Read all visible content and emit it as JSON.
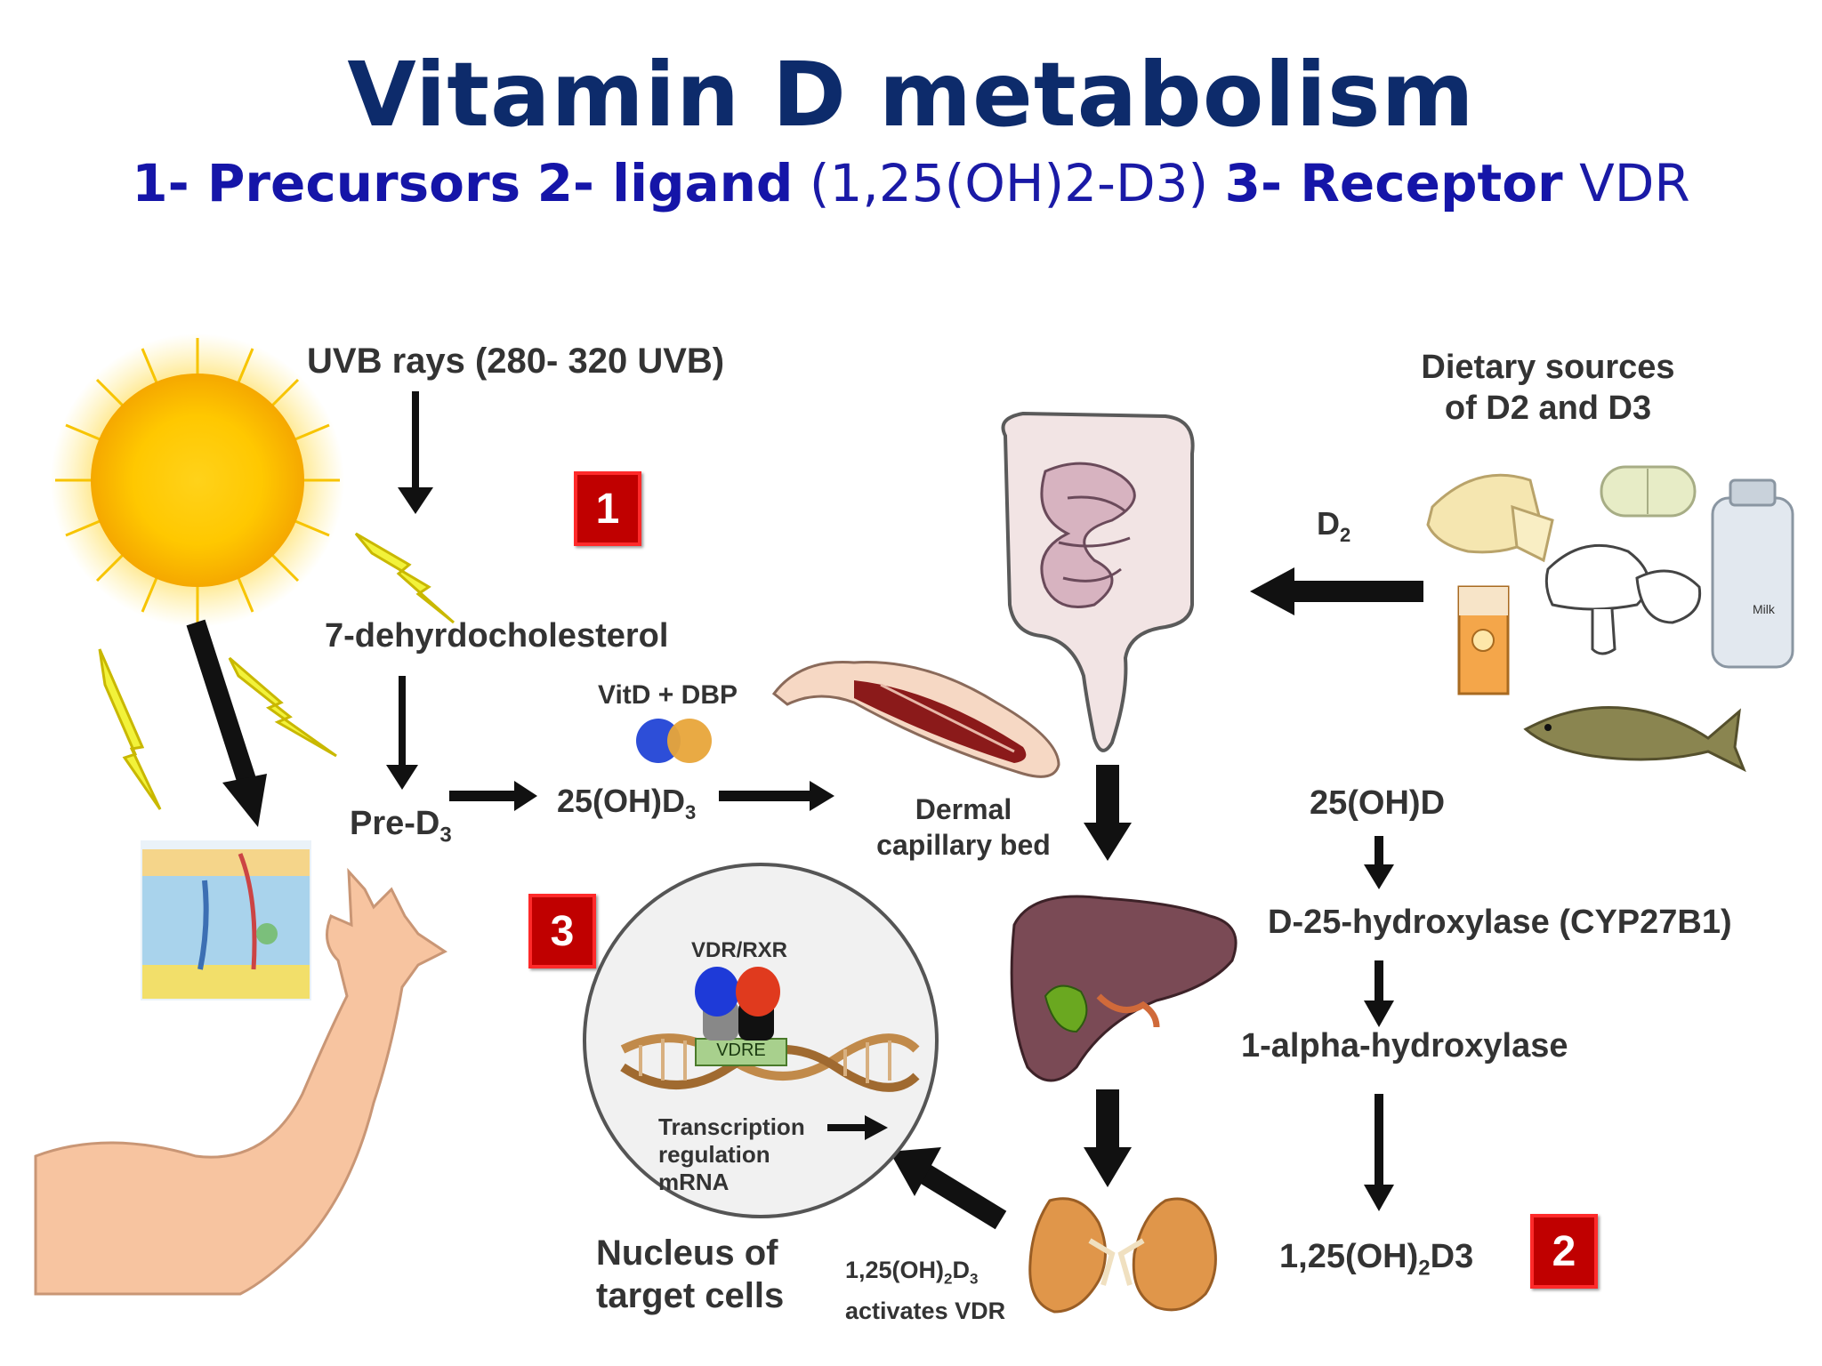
{
  "title": "Vitamin D metabolism",
  "subtitle": {
    "part1_bold": "1- Precursors",
    "part2_bold": "2- ligand",
    "part2_normal": "(1,25(OH)2-D3)",
    "part3_bold": "3- Receptor",
    "part3_normal": "VDR"
  },
  "labels": {
    "uvb": "UVB rays (280- 320 UVB)",
    "dietary_line1": "Dietary sources",
    "dietary_line2": "of D2 and D3",
    "d2": "D",
    "d2_sub": "2",
    "dehydro": "7-dehyrdocholesterol",
    "vitd_dbp": "VitD + DBP",
    "pre_d3": "Pre-D",
    "pre_d3_sub": "3",
    "oh_d3": "25(OH)D",
    "oh_d3_sub": "3",
    "dermal_line1": "Dermal",
    "dermal_line2": "capillary bed",
    "oh_d": "25(OH)D",
    "hydroxylase25": "D-25-hydroxylase (CYP27B1)",
    "alpha_hydroxylase": "1-alpha-hydroxylase",
    "final_product_a": "1,25(OH)",
    "final_product_sub": "2",
    "final_product_b": "D3",
    "vdr_rxr": "VDR/RXR",
    "vdre": "VDRE",
    "transcription_line1": "Transcription",
    "transcription_line2": "regulation",
    "transcription_line3": "mRNA",
    "nucleus_line1": "Nucleus of",
    "nucleus_line2": "target cells",
    "activates_a": "1,25(OH)",
    "activates_sub1": "2",
    "activates_b": "D",
    "activates_sub2": "3",
    "activates_line2": "activates VDR",
    "milk": "Milk"
  },
  "badges": [
    "1",
    "2",
    "3"
  ],
  "colors": {
    "title": "#0d2b6b",
    "subtitle": "#1a1aa6",
    "badge": "#c00000",
    "sun": "#ffcc00",
    "lightning": "#f2f23a",
    "liver": "#7a4a55",
    "kidney": "#e0964a"
  },
  "icons": [
    "sun-icon",
    "lightning-icon",
    "skin-section-icon",
    "arm-icon",
    "intestine-icon",
    "liver-icon",
    "kidney-icon",
    "capillary-icon",
    "dna-icon",
    "cheese-icon",
    "tablet-icon",
    "milk-bottle-icon",
    "juice-box-icon",
    "mushroom-icon",
    "fish-icon"
  ]
}
